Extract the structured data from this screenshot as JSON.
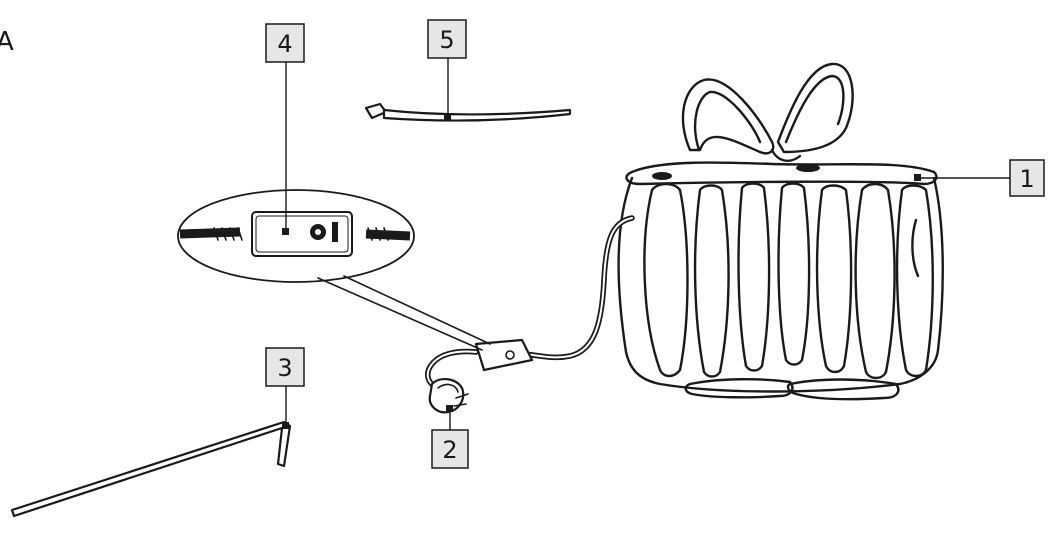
{
  "corner_label": "A",
  "callouts": [
    {
      "id": "1",
      "label": "1"
    },
    {
      "id": "2",
      "label": "2"
    },
    {
      "id": "3",
      "label": "3"
    },
    {
      "id": "4",
      "label": "4"
    },
    {
      "id": "5",
      "label": "5"
    }
  ],
  "colors": {
    "line": "#1a1a1a",
    "box_fill": "#e6e6e6",
    "background": "#ffffff"
  },
  "icons": [
    "gift-light-figure-icon",
    "power-plug-icon",
    "ground-stake-icon",
    "controller-box-icon",
    "cable-tie-icon"
  ]
}
